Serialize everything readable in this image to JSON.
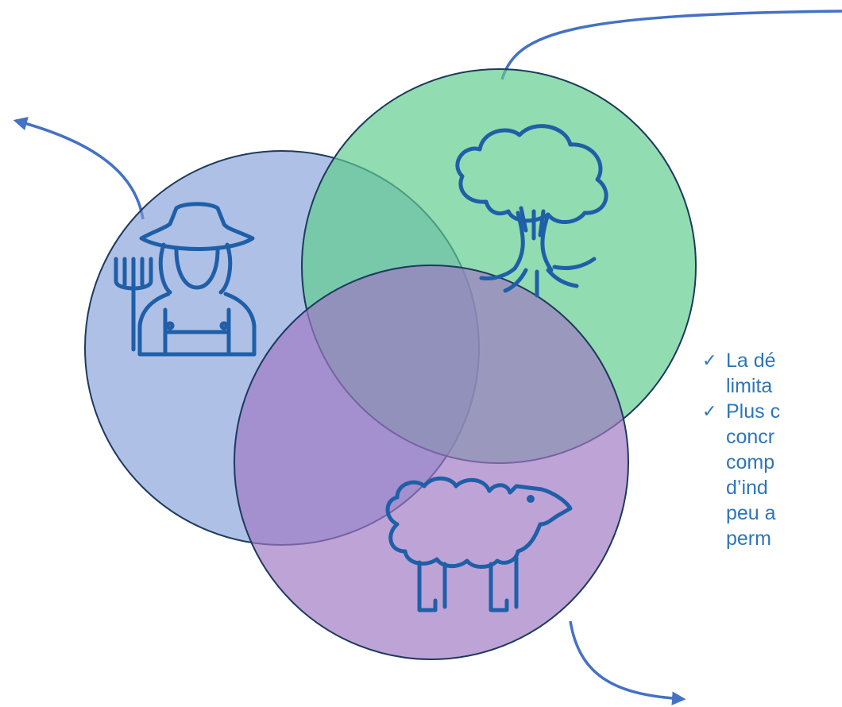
{
  "colors": {
    "farmer_circle": "#7c9ad6",
    "tree_circle": "#5ecc8e",
    "sheep_circle": "#9f78c4",
    "circle_stroke": "#1d3a5c",
    "connector": "#4472c4",
    "icon_stroke": "#1f5fa8",
    "text": "#2e75b6"
  },
  "icons": [
    "farmer-icon",
    "tree-icon",
    "sheep-icon"
  ],
  "bullets": [
    {
      "check": "✓",
      "lines": [
        "La dé",
        "limita"
      ]
    },
    {
      "check": "✓",
      "lines": [
        "Plus c",
        "concr",
        "comp",
        "d’ind",
        "peu a",
        "perm"
      ]
    }
  ]
}
